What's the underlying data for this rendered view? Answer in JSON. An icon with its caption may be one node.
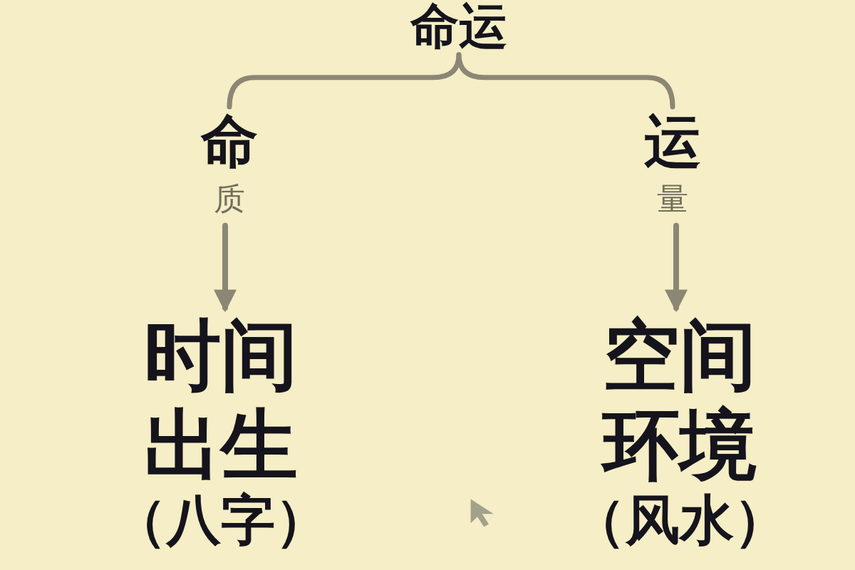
{
  "diagram": {
    "nodes": [
      {
        "text": [
          "命运"
        ]
      },
      {
        "text": [
          "命",
          "质"
        ]
      },
      {
        "text": [
          "运",
          "量"
        ]
      },
      {
        "text": [
          "时间",
          "出生",
          "（八字）"
        ]
      },
      {
        "text": [
          "空间",
          "环境",
          "（风水）"
        ]
      }
    ],
    "edges": [
      {
        "from": 0,
        "to": 1,
        "arrow": "none"
      },
      {
        "from": 0,
        "to": 2,
        "arrow": "none"
      },
      {
        "from": 1,
        "to": 3,
        "arrow": "to"
      },
      {
        "from": 2,
        "to": 4,
        "arrow": "to"
      }
    ]
  }
}
